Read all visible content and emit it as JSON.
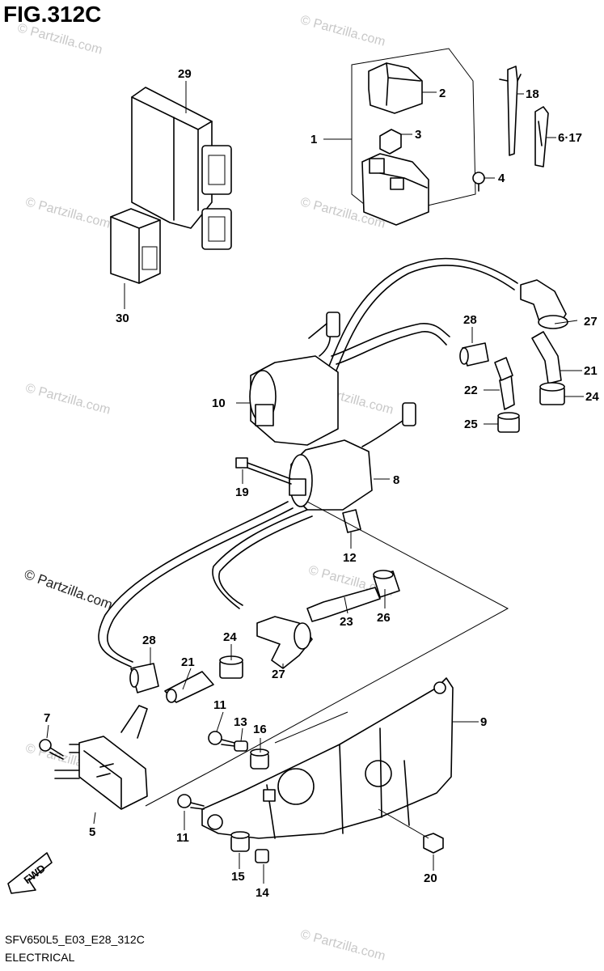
{
  "figure": {
    "title": "FIG.312C"
  },
  "footer": {
    "code": "SFV650L5_E03_E28_312C",
    "category": "ELECTRICAL"
  },
  "watermark": {
    "text": "© Partzilla.com"
  },
  "fwd_label": "FWD",
  "callouts": {
    "c1": "1",
    "c2": "2",
    "c3": "3",
    "c4": "4",
    "c5": "5",
    "c6_17": "6·17",
    "c7": "7",
    "c8": "8",
    "c9": "9",
    "c10": "10",
    "c11a": "11",
    "c11b": "11",
    "c12": "12",
    "c13": "13",
    "c14": "14",
    "c15": "15",
    "c16": "16",
    "c18": "18",
    "c19": "19",
    "c20": "20",
    "c21a": "21",
    "c21b": "21",
    "c22": "22",
    "c23": "23",
    "c24a": "24",
    "c24b": "24",
    "c25": "25",
    "c26": "26",
    "c27a": "27",
    "c27b": "27",
    "c28a": "28",
    "c28b": "28",
    "c29": "29",
    "c30": "30"
  }
}
